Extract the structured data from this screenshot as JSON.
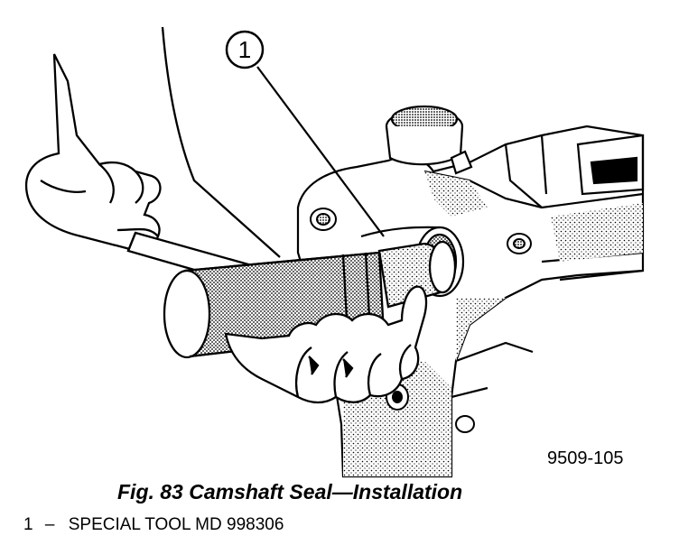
{
  "figure": {
    "callout_number": "1",
    "code": "9509-105",
    "title": "Fig. 83 Camshaft Seal—Installation"
  },
  "legend": [
    {
      "number": "1",
      "separator": "–",
      "text": "SPECIAL TOOL MD 998306"
    }
  ]
}
